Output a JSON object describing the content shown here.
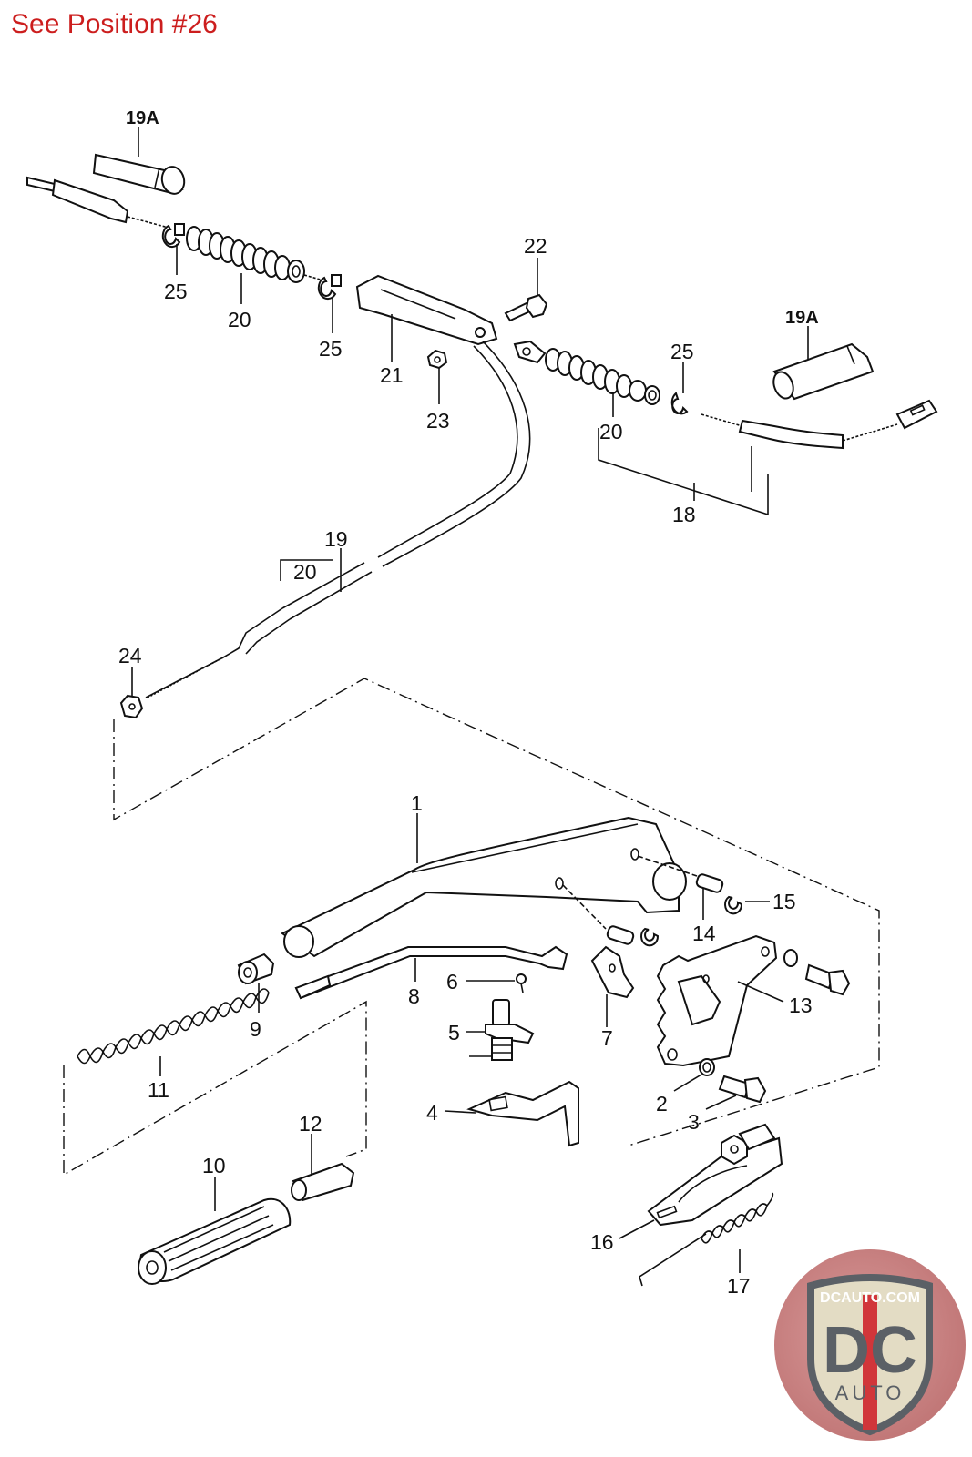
{
  "header": {
    "note": "See Position #26",
    "note_color": "#cc1e1e"
  },
  "diagram": {
    "title": "Parking brake lever and cable exploded view",
    "labels": {
      "p1": "1",
      "p2": "2",
      "p3": "3",
      "p4": "4",
      "p5": "5",
      "p6": "6",
      "p7": "7",
      "p8": "8",
      "p9": "9",
      "p10": "10",
      "p11": "11",
      "p12": "12",
      "p13": "13",
      "p14": "14",
      "p15": "15",
      "p16": "16",
      "p17": "17",
      "p18": "18",
      "p19": "19",
      "p19a_left": "19A",
      "p19a_right": "19A",
      "p20_left": "20",
      "p20_right": "20",
      "p20_bracket": "20",
      "p21": "21",
      "p22": "22",
      "p23": "23",
      "p24": "24",
      "p25_left": "25",
      "p25_mid": "25",
      "p25_right": "25"
    }
  },
  "logo": {
    "site": "DCAUTO.COM",
    "mark": "DC",
    "sub": "AUTO",
    "colors": {
      "shield": "#e3dcc4",
      "text": "#5b6066",
      "stripe": "#d1363a",
      "border": "#5b6066"
    }
  }
}
